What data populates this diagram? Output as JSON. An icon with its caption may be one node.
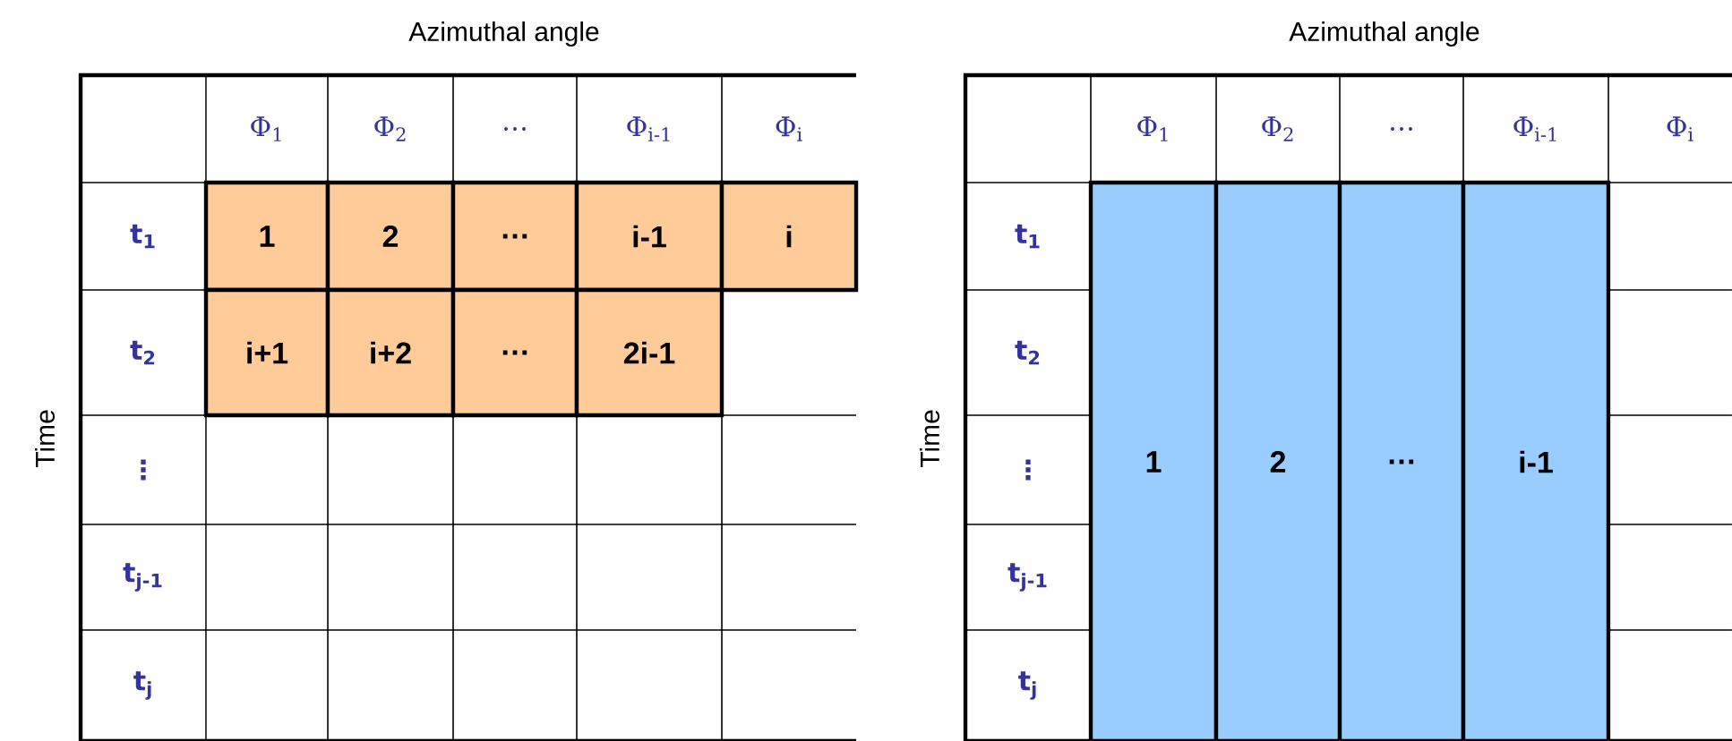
{
  "diagram": {
    "labels": [
      "Azimuthal angle",
      "Time",
      "Φ$_{1}$",
      "Φ$_{2}$",
      "…",
      "Φ$_{i-1}$",
      "Φ$_{i}$",
      "t$_{1}$",
      "1",
      "2",
      "…",
      "i-1",
      "i",
      "t$_{2}$",
      "i+1",
      "i+2",
      "…",
      "2i-1",
      "⋮",
      "t$_{j-1}$",
      "t$_{j}$",
      "Azimuthal angle",
      "Time",
      "Φ$_{1}$",
      "Φ$_{2}$",
      "…",
      "Φ$_{i-1}$",
      "Φ$_{i}$",
      "t$_{1}$",
      "t$_{2}$",
      "⋮",
      "1",
      "2",
      "…",
      "i-1",
      "t$_{j-1}$",
      "t$_{j}$"
    ]
  }
}
